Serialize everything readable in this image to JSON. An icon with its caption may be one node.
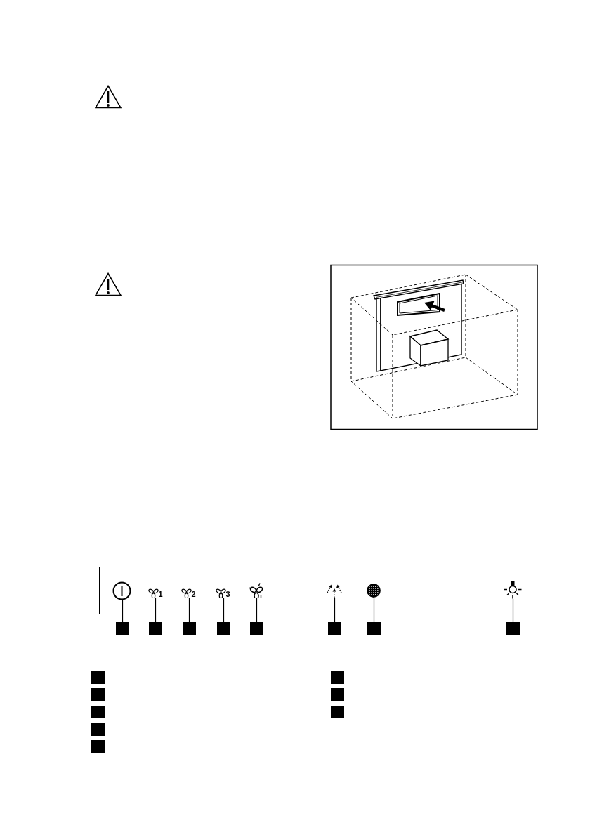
{
  "diagram": {
    "nodes": [
      {
        "text": [],
        "shape": "box"
      },
      {
        "text": [],
        "shape": "picture",
        "in": 0
      },
      {
        "text": [
          "1"
        ],
        "in": 0
      },
      {
        "text": [
          "2"
        ],
        "in": 0
      },
      {
        "text": [
          "3"
        ],
        "in": 0
      },
      {
        "text": [],
        "shape": "picture",
        "in": 0
      },
      {
        "text": [],
        "shape": "picture",
        "in": 0
      },
      {
        "text": [],
        "shape": "circle",
        "in": 0
      },
      {
        "text": [],
        "shape": "picture",
        "in": 0
      },
      {
        "text": [],
        "shape": "box"
      },
      {
        "text": [],
        "shape": "box"
      },
      {
        "text": [],
        "shape": "box"
      },
      {
        "text": [],
        "shape": "box"
      },
      {
        "text": [],
        "shape": "box"
      },
      {
        "text": [],
        "shape": "box"
      },
      {
        "text": [],
        "shape": "box"
      },
      {
        "text": [],
        "shape": "box"
      },
      {
        "text": [],
        "shape": "box"
      },
      {
        "text": [],
        "shape": "box"
      },
      {
        "text": [],
        "shape": "box"
      },
      {
        "text": [],
        "shape": "box"
      },
      {
        "text": [],
        "shape": "box"
      },
      {
        "text": [],
        "shape": "box"
      },
      {
        "text": [],
        "shape": "box"
      },
      {
        "text": [],
        "shape": "box"
      }
    ],
    "edges": [
      {
        "from": 9,
        "to": 1,
        "arrow": "none"
      },
      {
        "from": 10,
        "to": 2,
        "arrow": "none"
      },
      {
        "from": 11,
        "to": 3,
        "arrow": "none"
      },
      {
        "from": 12,
        "to": 4,
        "arrow": "none"
      },
      {
        "from": 13,
        "to": 5,
        "arrow": "none"
      },
      {
        "from": 14,
        "to": 6,
        "arrow": "none"
      },
      {
        "from": 15,
        "to": 7,
        "arrow": "none"
      },
      {
        "from": 16,
        "to": 8,
        "arrow": "none"
      }
    ]
  }
}
